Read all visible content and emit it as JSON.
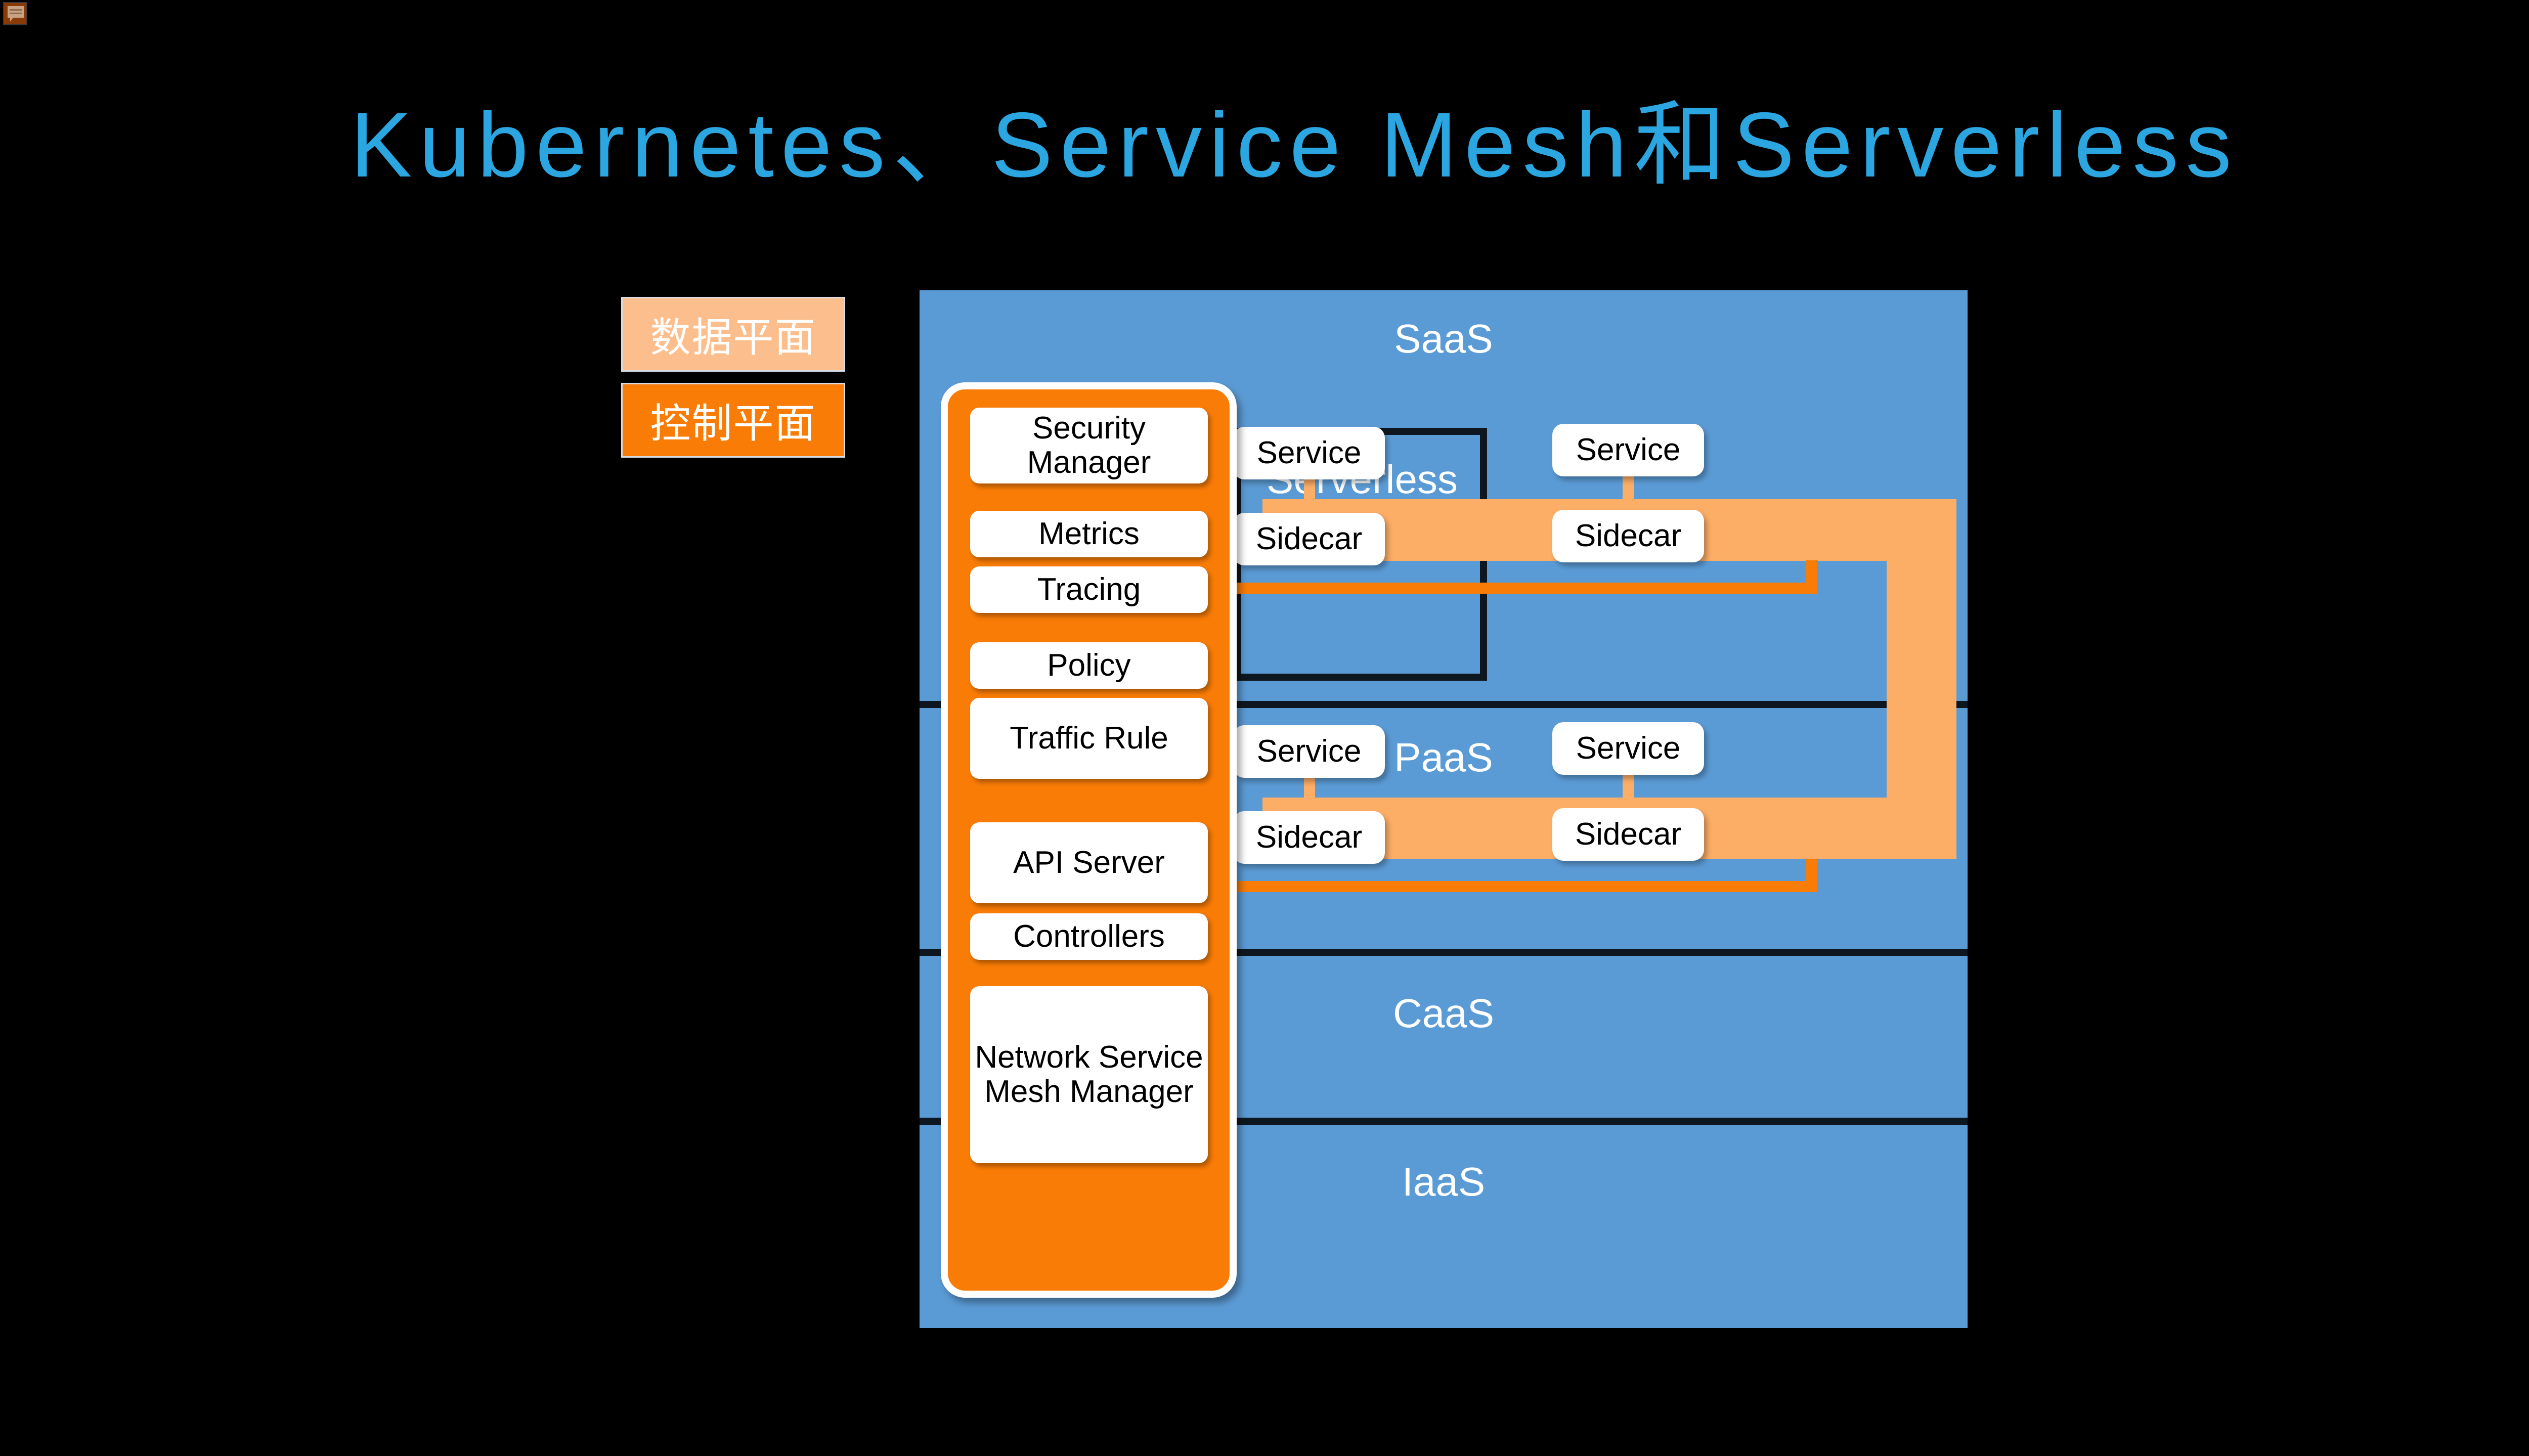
{
  "slide": {
    "title": "Kubernetes、Service Mesh和Serverless",
    "background_color": "#000000",
    "title_color": "#2BA6E0"
  },
  "corner_icon": {
    "name": "comment-bubble-icon"
  },
  "legend": {
    "items": [
      {
        "label": "数据平面",
        "color": "#FCBE8C",
        "meaning": "data-plane"
      },
      {
        "label": "控制平面",
        "color": "#F97C06",
        "meaning": "control-plane"
      }
    ]
  },
  "stack": {
    "layers": [
      {
        "id": "saas",
        "label": "SaaS"
      },
      {
        "id": "paas",
        "label": "PaaS"
      },
      {
        "id": "caas",
        "label": "CaaS"
      },
      {
        "id": "iaas",
        "label": "IaaS"
      }
    ],
    "layer_color": "#5B9BD5",
    "separator_color": "#0E1720",
    "serverless": {
      "label": "Serverless"
    }
  },
  "control_plane": {
    "panel_color": "#F97C06",
    "items": [
      {
        "label": "Security Manager"
      },
      {
        "label": "Metrics"
      },
      {
        "label": "Tracing"
      },
      {
        "label": "Policy"
      },
      {
        "label": "Traffic Rule"
      },
      {
        "label": "API Server"
      },
      {
        "label": "Controllers"
      },
      {
        "label": "Network Service Mesh Manager"
      }
    ]
  },
  "data_plane": {
    "band_color": "#FCAD66",
    "serverless_nodes": [
      {
        "service": "Service",
        "sidecar": "Sidecar"
      },
      {
        "service": "Service",
        "sidecar": "Sidecar"
      }
    ],
    "paas_nodes": [
      {
        "service": "Service",
        "sidecar": "Sidecar"
      },
      {
        "service": "Service",
        "sidecar": "Sidecar"
      }
    ]
  }
}
